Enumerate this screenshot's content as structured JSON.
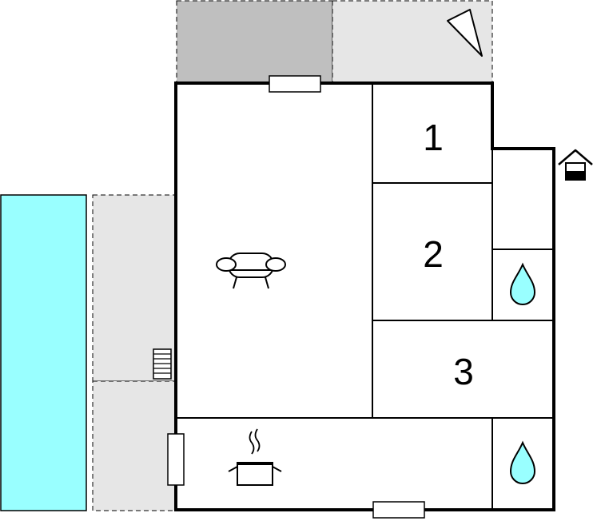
{
  "floorplan": {
    "rooms": [
      {
        "id": "bedroom-1",
        "label": "1"
      },
      {
        "id": "bedroom-2",
        "label": "2"
      },
      {
        "id": "bedroom-3",
        "label": "3"
      }
    ],
    "icons": {
      "living": "armchair-icon",
      "kitchen": "cooking-pot-icon",
      "bathrooms": "water-drop-icon",
      "entrance": "house-entrance-icon",
      "stairs": "stairs-icon",
      "terrace": "triangle-icon"
    },
    "colors": {
      "pool": "#99ffff",
      "terrace_light": "#e6e6e6",
      "terrace_dark": "#bfbfbf",
      "walls": "#000000"
    }
  }
}
